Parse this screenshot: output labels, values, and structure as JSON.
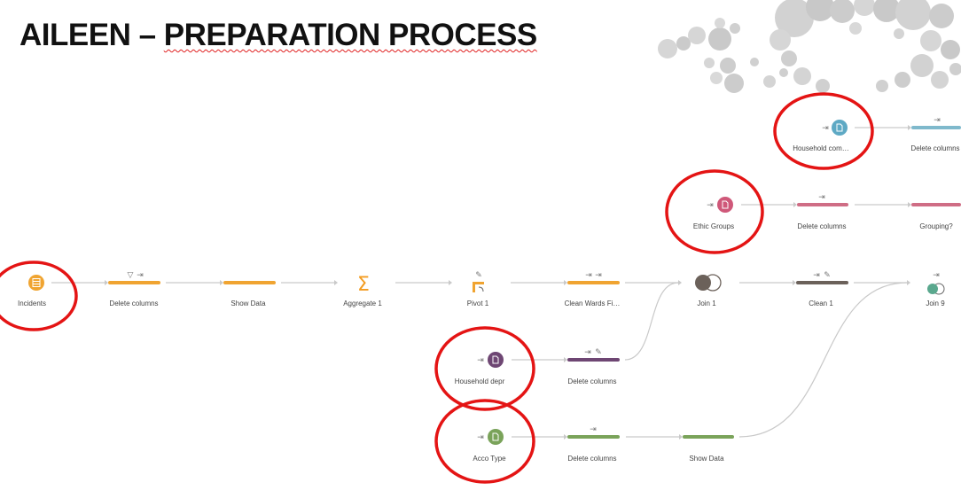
{
  "slide": {
    "title_prefix": "AILEEN – ",
    "title_underlined": "PREPARATION PROCESS"
  },
  "flow": {
    "steps": {
      "incidents": "Incidents",
      "delete_columns_1": "Delete columns",
      "show_data_1": "Show Data",
      "aggregate": "Aggregate 1",
      "pivot": "Pivot 1",
      "clean_wards": "Clean Wards Fi…",
      "join1": "Join 1",
      "clean1": "Clean 1",
      "join9": "Join 9",
      "ethnic_groups": "Ethic Groups",
      "delete_columns_ethnic": "Delete columns",
      "grouping": "Grouping?",
      "household_com": "Household com…",
      "delete_columns_household_com": "Delete columns",
      "household_depr": "Household depr",
      "delete_columns_household_depr": "Delete columns",
      "acco_type": "Acco Type",
      "delete_columns_acco": "Delete columns",
      "show_data_2": "Show Data"
    },
    "colors": {
      "orange": "#f0a431",
      "sigma": "#f39c21",
      "blue": "#5ea9c4",
      "blue_bar": "#7fb9cc",
      "pink": "#cf5879",
      "pink_bar": "#cf6d85",
      "purple": "#6e4673",
      "green": "#7aa35a",
      "dark_grey": "#6b615a",
      "highlight_circle": "#e41414"
    },
    "icons": {
      "filter": "funnel-icon",
      "rename": "rename-icon",
      "edit": "pencil-icon",
      "file": "file-icon",
      "table": "table-icon",
      "sigma": "sigma-icon",
      "pivot": "pivot-icon",
      "join": "join-icon"
    }
  }
}
